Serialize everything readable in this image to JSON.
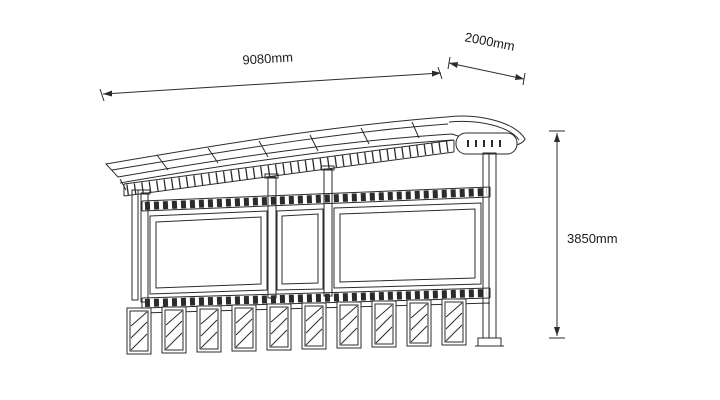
{
  "style": {
    "line_color": "#2b2b2b",
    "background": "#ffffff"
  },
  "dimensions": {
    "width": {
      "label": "9080mm"
    },
    "depth": {
      "label": "2000mm"
    },
    "height": {
      "label": "3850mm"
    }
  }
}
